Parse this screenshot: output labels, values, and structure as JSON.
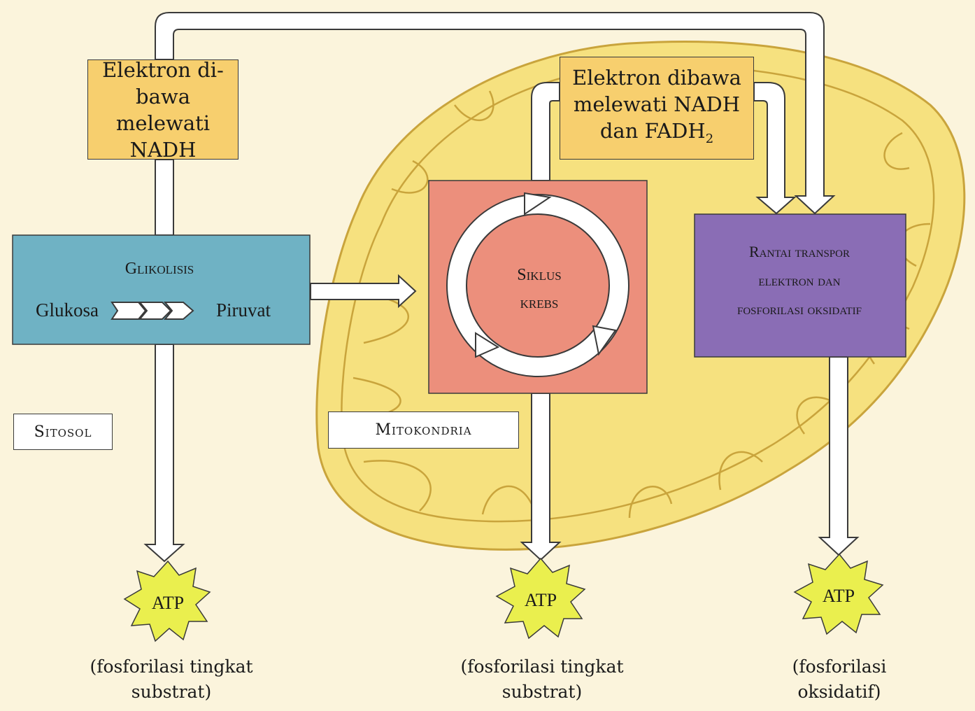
{
  "colors": {
    "background": "#fbf4dc",
    "mitochondrion_fill": "#f6e17f",
    "mitochondrion_stroke": "#c9a43c",
    "nadh_box": "#f7cf6e",
    "glycolysis_box": "#6fb2c4",
    "krebs_box": "#ec8f7c",
    "etc_box": "#8a6db5",
    "atp_burst": "#eaef4e",
    "arrow_fill": "#ffffff",
    "arrow_stroke": "#3a3a3a"
  },
  "boxes": {
    "nadh_left": {
      "lines": [
        "Elektron di-",
        "bawa melewati",
        "NADH"
      ]
    },
    "nadh_right": {
      "line1": "Elektron dibawa",
      "line2": "melewati NADH",
      "line3_prefix": "dan FADH",
      "line3_subscript": "2"
    },
    "glycolysis": {
      "title": "Glikolisis",
      "input": "Glukosa",
      "output": "Piruvat"
    },
    "krebs": {
      "line1": "Siklus",
      "line2": "krebs"
    },
    "etc": {
      "line1": "Rantai transpor",
      "line2": "elektron dan",
      "line3": "fosforilasi oksidatif"
    }
  },
  "location_labels": {
    "cytosol": "Sitosol",
    "mitochondria": "Mitokondria"
  },
  "atp": [
    {
      "label": "ATP",
      "caption": [
        "(fosforilasi tingkat",
        "substrat)"
      ]
    },
    {
      "label": "ATP",
      "caption": [
        "(fosforilasi tingkat",
        "substrat)"
      ]
    },
    {
      "label": "ATP",
      "caption": [
        "(fosforilasi",
        "oksidatif)"
      ]
    }
  ],
  "icons": [
    "big-arrow",
    "cycle-arrow",
    "atp-burst"
  ]
}
